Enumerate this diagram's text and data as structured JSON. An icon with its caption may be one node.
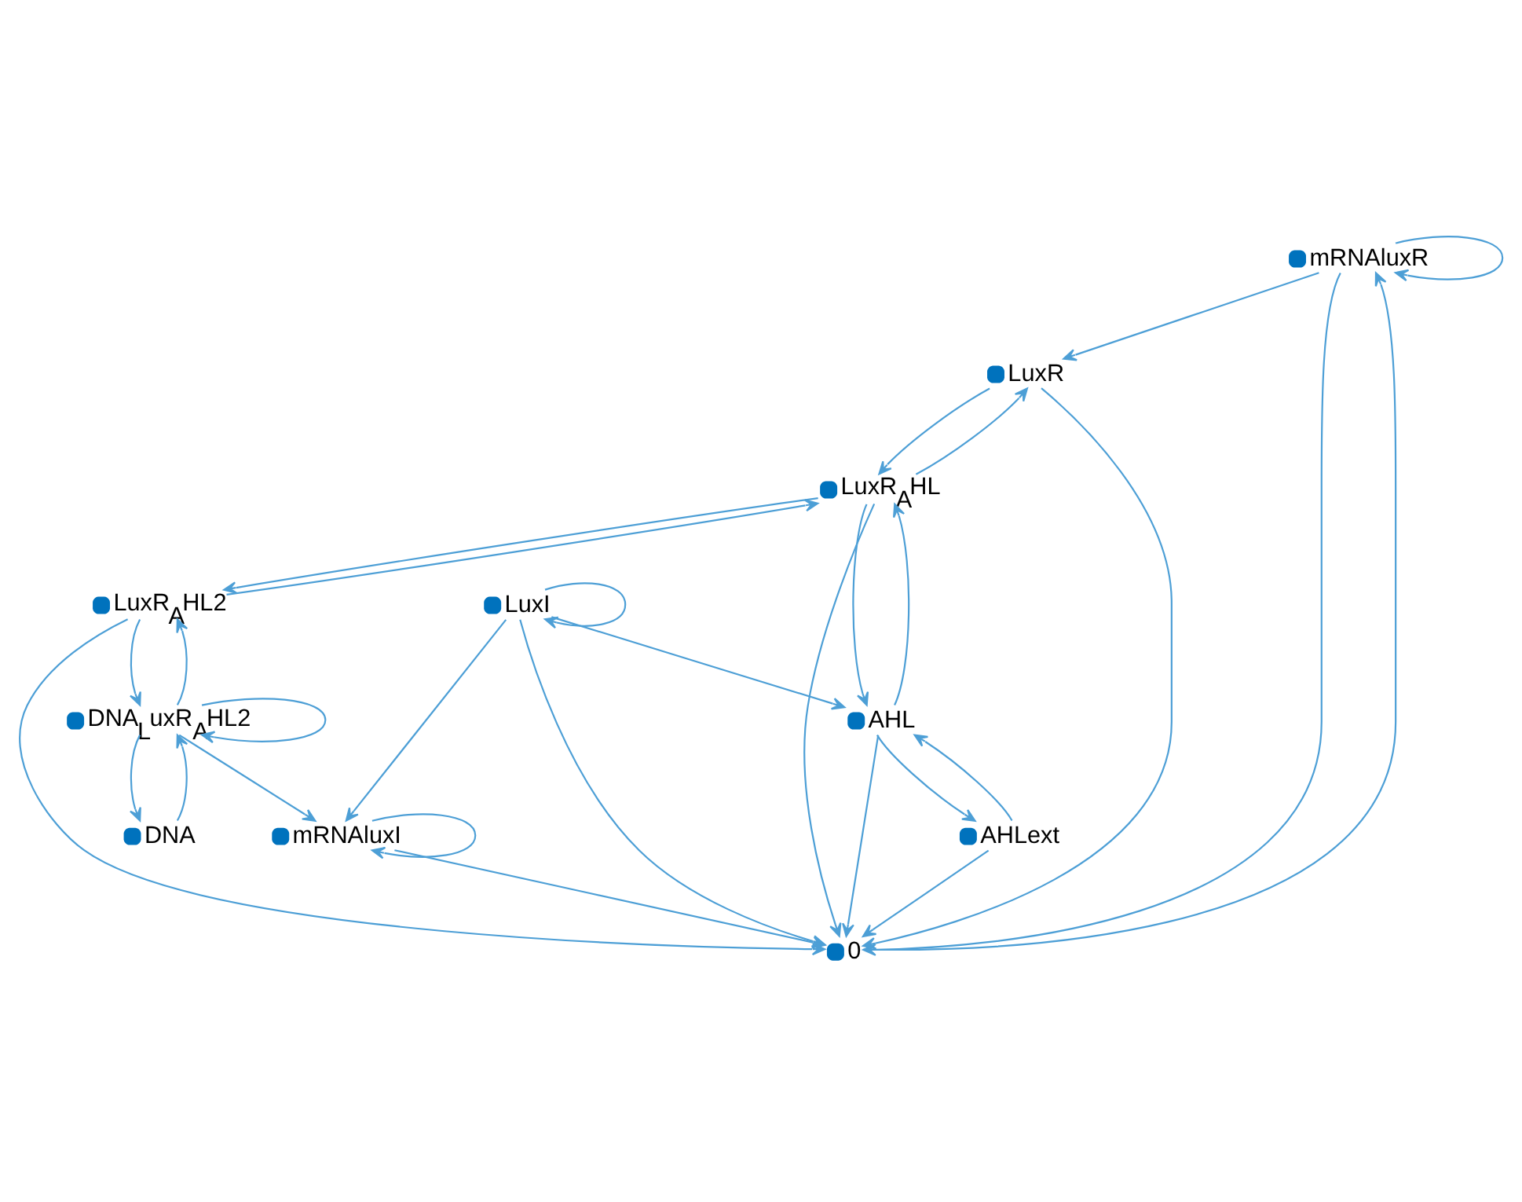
{
  "diagram": {
    "nodes": [
      {
        "text": [
          "mRNAluxR"
        ]
      },
      {
        "text": [
          "LuxR"
        ]
      },
      {
        "text": [
          "LuxR$_{A}$HL"
        ]
      },
      {
        "text": [
          "0"
        ]
      },
      {
        "text": [
          "AHLext"
        ]
      },
      {
        "text": [
          "AHL"
        ]
      },
      {
        "text": [
          "LuxR$_{A}$HL2"
        ]
      },
      {
        "text": [
          "LuxI"
        ]
      },
      {
        "text": [
          "mRNAluxI"
        ]
      },
      {
        "text": [
          "DNA$_{L}$uxR$_{A}$HL2"
        ]
      },
      {
        "text": [
          "DNA"
        ]
      }
    ],
    "edges": [
      {
        "from": 0,
        "to": 0,
        "arrow": "to"
      },
      {
        "from": 0,
        "to": 1,
        "arrow": "to"
      },
      {
        "from": 0,
        "to": 3,
        "arrow": "to"
      },
      {
        "from": 3,
        "to": 0,
        "arrow": "to"
      },
      {
        "from": 1,
        "to": 2,
        "arrow": "to"
      },
      {
        "from": 2,
        "to": 1,
        "arrow": "to"
      },
      {
        "from": 1,
        "to": 3,
        "arrow": "to"
      },
      {
        "from": 2,
        "to": 3,
        "arrow": "to"
      },
      {
        "from": 2,
        "to": 5,
        "arrow": "to"
      },
      {
        "from": 5,
        "to": 2,
        "arrow": "to"
      },
      {
        "from": 5,
        "to": 3,
        "arrow": "to"
      },
      {
        "from": 4,
        "to": 3,
        "arrow": "to"
      },
      {
        "from": 4,
        "to": 5,
        "arrow": "to"
      },
      {
        "from": 5,
        "to": 4,
        "arrow": "to"
      },
      {
        "from": 2,
        "to": 6,
        "arrow": "to"
      },
      {
        "from": 6,
        "to": 2,
        "arrow": "to"
      },
      {
        "from": 6,
        "to": 3,
        "arrow": "to"
      },
      {
        "from": 6,
        "to": 9,
        "arrow": "to"
      },
      {
        "from": 9,
        "to": 6,
        "arrow": "to"
      },
      {
        "from": 9,
        "to": 9,
        "arrow": "to"
      },
      {
        "from": 9,
        "to": 10,
        "arrow": "to"
      },
      {
        "from": 10,
        "to": 9,
        "arrow": "to"
      },
      {
        "from": 9,
        "to": 8,
        "arrow": "to"
      },
      {
        "from": 8,
        "to": 8,
        "arrow": "to"
      },
      {
        "from": 8,
        "to": 3,
        "arrow": "to"
      },
      {
        "from": 7,
        "to": 8,
        "arrow": "to"
      },
      {
        "from": 7,
        "to": 7,
        "arrow": "to"
      },
      {
        "from": 7,
        "to": 3,
        "arrow": "to"
      },
      {
        "from": 7,
        "to": 5,
        "arrow": "to"
      }
    ]
  }
}
